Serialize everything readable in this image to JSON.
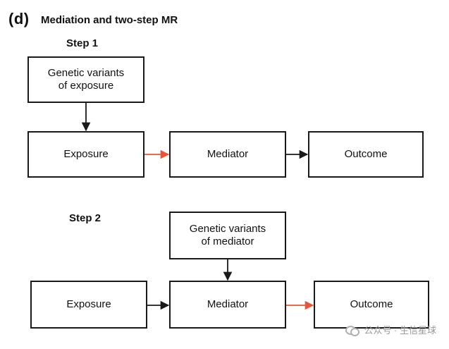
{
  "panel_label": "(d)",
  "title": "Mediation and two-step MR",
  "step1": {
    "label": "Step 1",
    "iv_box": {
      "line1": "Genetic variants",
      "line2": "of exposure"
    },
    "exposure": "Exposure",
    "mediator": "Mediator",
    "outcome": "Outcome"
  },
  "step2": {
    "label": "Step 2",
    "iv_box": {
      "line1": "Genetic variants",
      "line2": "of mediator"
    },
    "exposure": "Exposure",
    "mediator": "Mediator",
    "outcome": "Outcome"
  },
  "colors": {
    "black_arrow": "#1a1a1a",
    "highlight_arrow": "#e8563a"
  },
  "watermark": "公众号 · 生信星球"
}
